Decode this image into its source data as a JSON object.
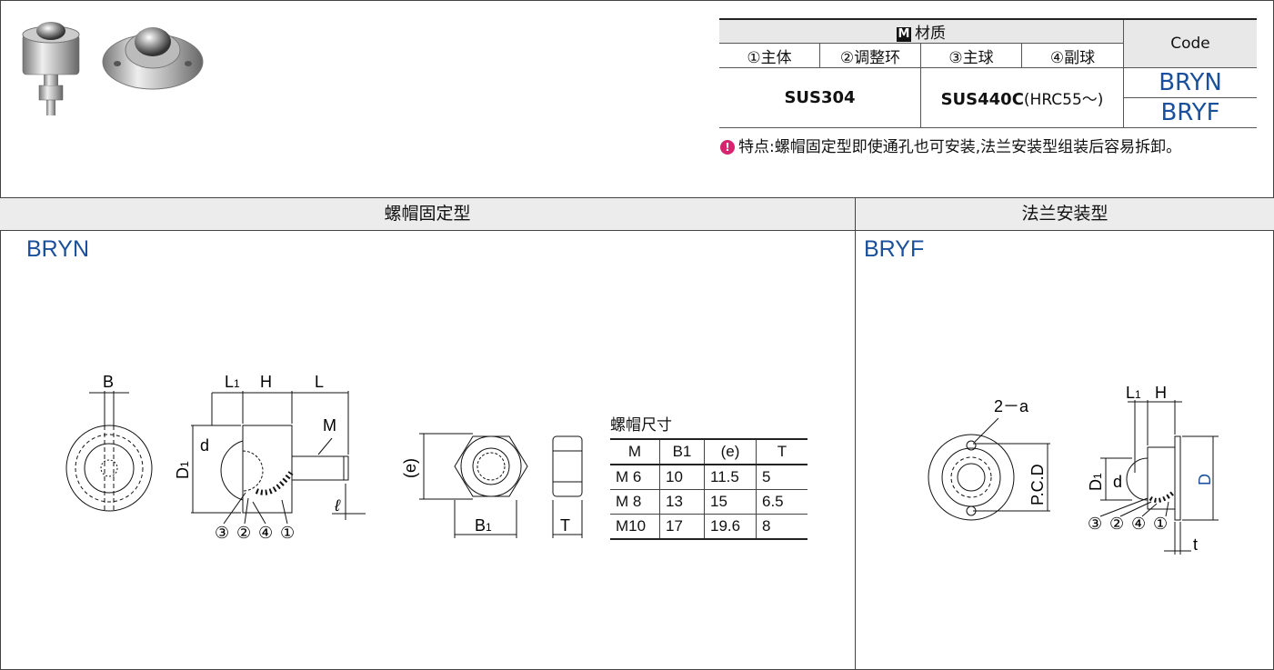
{
  "material": {
    "icon": "M",
    "header": "材质",
    "parts": [
      "①主体",
      "②调整环",
      "③主球",
      "④副球"
    ],
    "code_header": "Code",
    "body_material": "SUS304",
    "ball_material": "SUS440C",
    "ball_hardness": "(HRC55～)",
    "codes": [
      "BRYN",
      "BRYF"
    ]
  },
  "feature": {
    "icon": "!",
    "text": "特点:螺帽固定型即使通孔也可安装,法兰安装型组装后容易拆卸。"
  },
  "sections": {
    "left_title": "螺帽固定型",
    "right_title": "法兰安装型",
    "left_model": "BRYN",
    "right_model": "BRYF"
  },
  "bryn_labels": {
    "B": "B",
    "L1": "L",
    "L1_sub": "1",
    "H": "H",
    "L": "L",
    "M": "M",
    "d": "d",
    "D1": "D",
    "D1_sub": "1",
    "ell": "ℓ",
    "parts": [
      "③",
      "②",
      "④",
      "①"
    ],
    "e": "(e)",
    "B1": "B",
    "B1_sub": "1",
    "T": "T"
  },
  "nut_table": {
    "title": "螺帽尺寸",
    "headers": [
      "M",
      "B1",
      "(e)",
      "T"
    ],
    "rows": [
      [
        "M 6",
        "10",
        "11.5",
        "5"
      ],
      [
        "M 8",
        "13",
        "15",
        "6.5"
      ],
      [
        "M10",
        "17",
        "19.6",
        "8"
      ]
    ]
  },
  "bryf_labels": {
    "holes": "2－a",
    "pcd": "P.C.D",
    "L1": "L",
    "L1_sub": "1",
    "H": "H",
    "D1": "D",
    "D1_sub": "1",
    "d": "d",
    "D": "D",
    "t": "t",
    "parts": [
      "③",
      "②",
      "④",
      "①"
    ]
  },
  "colors": {
    "accent": "#1a4f9c",
    "warning": "#d6246e",
    "header_bg": "#ececec"
  }
}
